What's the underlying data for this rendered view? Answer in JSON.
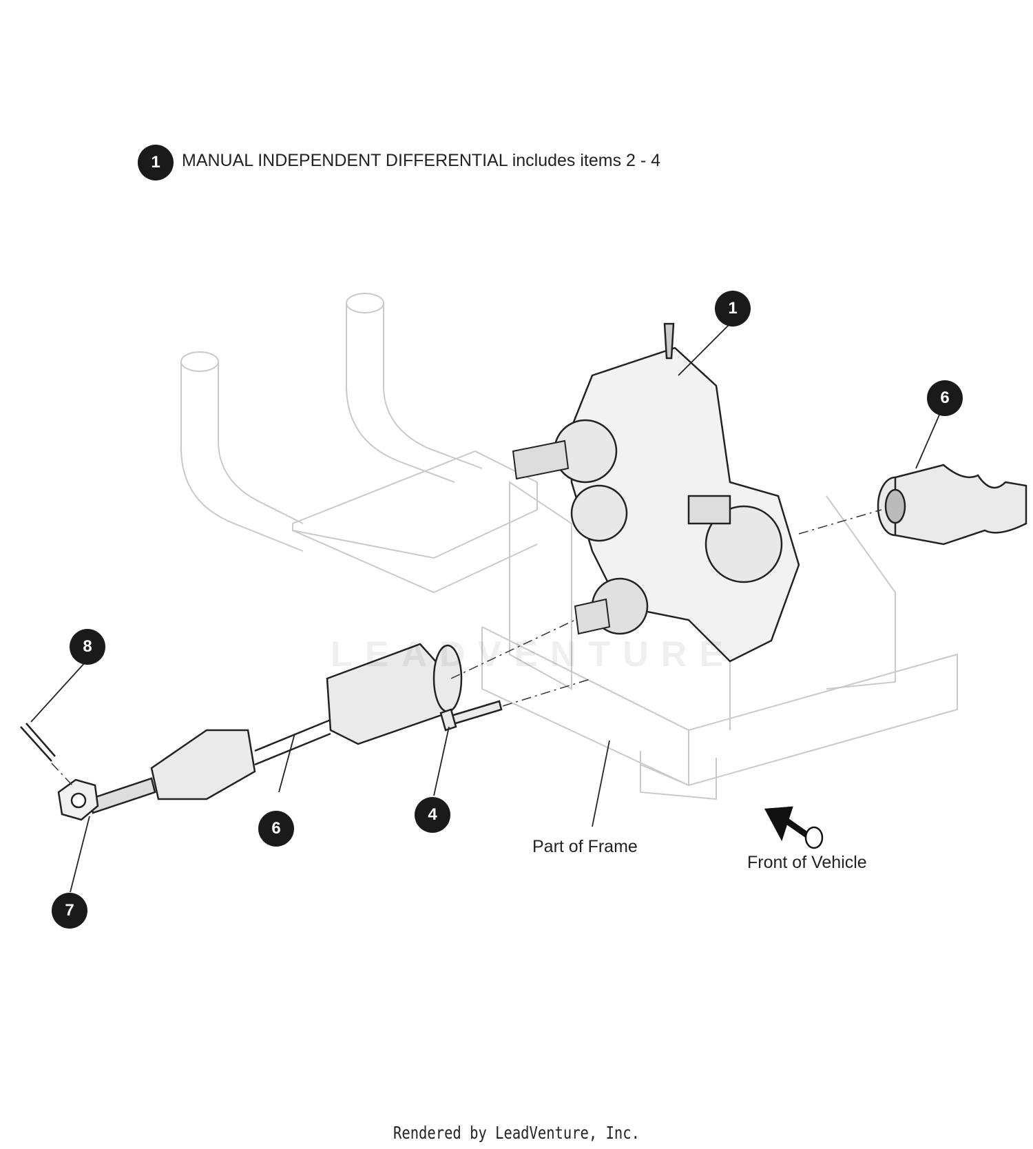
{
  "legend": {
    "badge": "1",
    "text": "MANUAL INDEPENDENT DIFFERENTIAL includes items 2 - 4"
  },
  "callouts": [
    {
      "id": "callout-1",
      "label": "1"
    },
    {
      "id": "callout-6-right",
      "label": "6"
    },
    {
      "id": "callout-8",
      "label": "8"
    },
    {
      "id": "callout-6-left",
      "label": "6"
    },
    {
      "id": "callout-4",
      "label": "4"
    },
    {
      "id": "callout-7",
      "label": "7"
    }
  ],
  "labels": {
    "part_of_frame": "Part of Frame",
    "front_of_vehicle": "Front of Vehicle"
  },
  "watermark": "LEADVENTURE",
  "footer": "Rendered by LeadVenture, Inc."
}
